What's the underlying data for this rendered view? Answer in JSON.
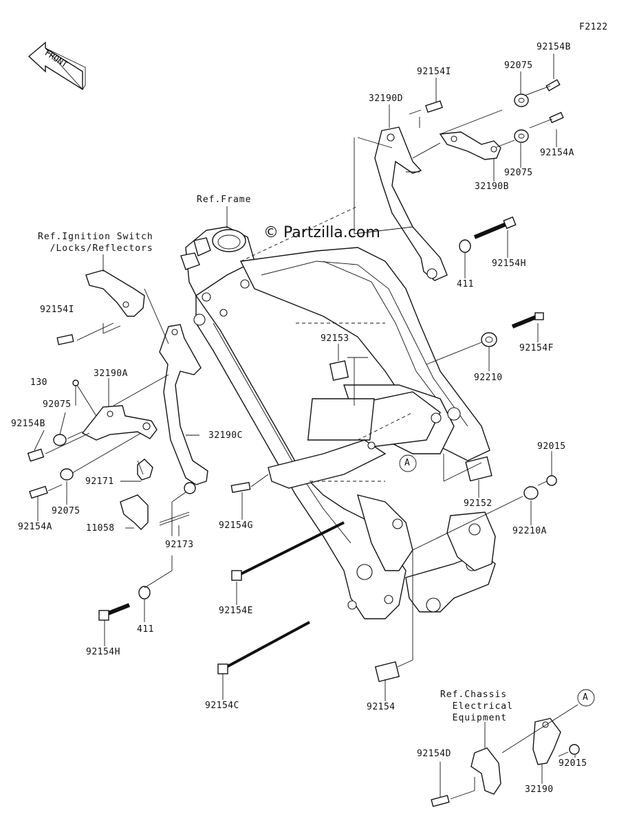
{
  "figure_code": "F2122",
  "front_arrow_label": "FRONT",
  "watermark": "© Partzilla.com",
  "callout_marker": "A",
  "refs": {
    "frame": "Ref.Frame",
    "ignition": "Ref.Ignition Switch\n  /Locks/Reflectors",
    "chassis": "Ref.Chassis\n  Electrical\n  Equipment"
  },
  "parts": [
    {
      "id": "92154B_top",
      "label": "92154B"
    },
    {
      "id": "92154I_top",
      "label": "92154I"
    },
    {
      "id": "92075_top",
      "label": "92075"
    },
    {
      "id": "32190D",
      "label": "32190D"
    },
    {
      "id": "92154A_top",
      "label": "92154A"
    },
    {
      "id": "92075_mid",
      "label": "92075"
    },
    {
      "id": "32190B",
      "label": "32190B"
    },
    {
      "id": "92154H_top",
      "label": "92154H"
    },
    {
      "id": "411_top",
      "label": "411"
    },
    {
      "id": "92154I_left",
      "label": "92154I"
    },
    {
      "id": "92153",
      "label": "92153"
    },
    {
      "id": "92154F",
      "label": "92154F"
    },
    {
      "id": "92210",
      "label": "92210"
    },
    {
      "id": "130",
      "label": "130"
    },
    {
      "id": "32190A",
      "label": "32190A"
    },
    {
      "id": "92075_left",
      "label": "92075"
    },
    {
      "id": "92154B_left",
      "label": "92154B"
    },
    {
      "id": "32190C",
      "label": "32190C"
    },
    {
      "id": "92015_right",
      "label": "92015"
    },
    {
      "id": "92171",
      "label": "92171"
    },
    {
      "id": "92075_low",
      "label": "92075"
    },
    {
      "id": "92154A_left",
      "label": "92154A"
    },
    {
      "id": "92154G",
      "label": "92154G"
    },
    {
      "id": "92152",
      "label": "92152"
    },
    {
      "id": "92210A",
      "label": "92210A"
    },
    {
      "id": "11058",
      "label": "11058"
    },
    {
      "id": "92173",
      "label": "92173"
    },
    {
      "id": "92154E",
      "label": "92154E"
    },
    {
      "id": "411_low",
      "label": "411"
    },
    {
      "id": "92154H_low",
      "label": "92154H"
    },
    {
      "id": "92154C",
      "label": "92154C"
    },
    {
      "id": "92154",
      "label": "92154"
    },
    {
      "id": "92154D",
      "label": "92154D"
    },
    {
      "id": "92015_low",
      "label": "92015"
    },
    {
      "id": "32190",
      "label": "32190"
    }
  ]
}
